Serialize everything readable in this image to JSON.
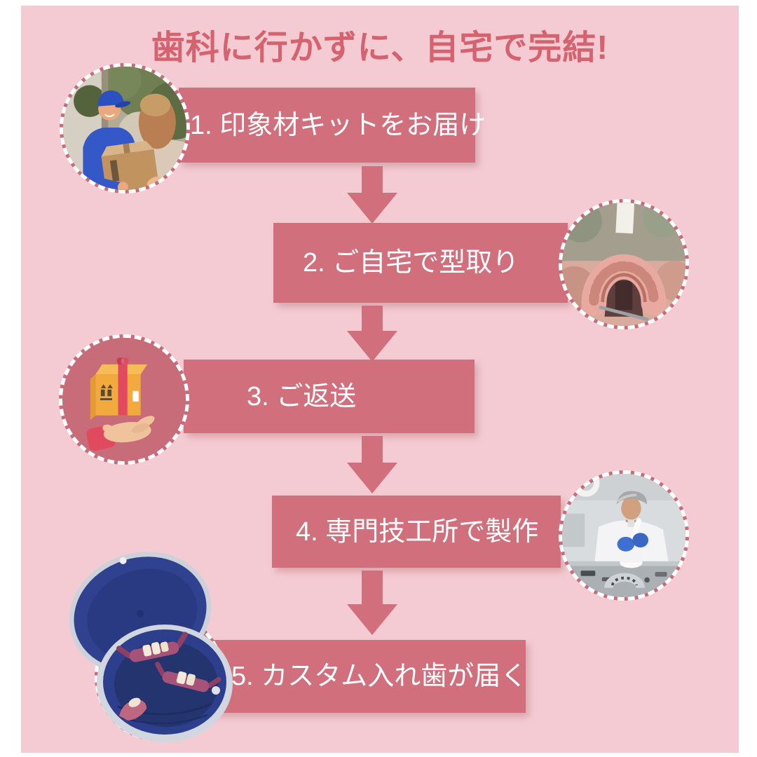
{
  "title": "歯科に行かずに、自宅で完結!",
  "colors": {
    "background": "#f5cbd3",
    "banner": "#d16f7c",
    "banner_text": "#ffffff",
    "title_text": "#d4626f",
    "arrow": "#d16f7c",
    "icon_circle_bg": "#c96c79"
  },
  "steps": [
    {
      "number": "1",
      "label": "1. 印象材キットをお届け",
      "icon": "delivery-person-handing-package-photo",
      "side": "left"
    },
    {
      "number": "2",
      "label": "2. ご自宅で型取り",
      "icon": "dental-impression-mold-photo",
      "side": "right"
    },
    {
      "number": "3",
      "label": "3. ご返送",
      "icon": "hand-holding-return-box-illustration",
      "side": "left"
    },
    {
      "number": "4",
      "label": "4. 専門技工所で製作",
      "icon": "dental-technician-lab-photo",
      "side": "right"
    },
    {
      "number": "5",
      "label": "5. カスタム入れ歯が届く",
      "icon": "denture-case-with-dentures-photo",
      "side": "left"
    }
  ]
}
